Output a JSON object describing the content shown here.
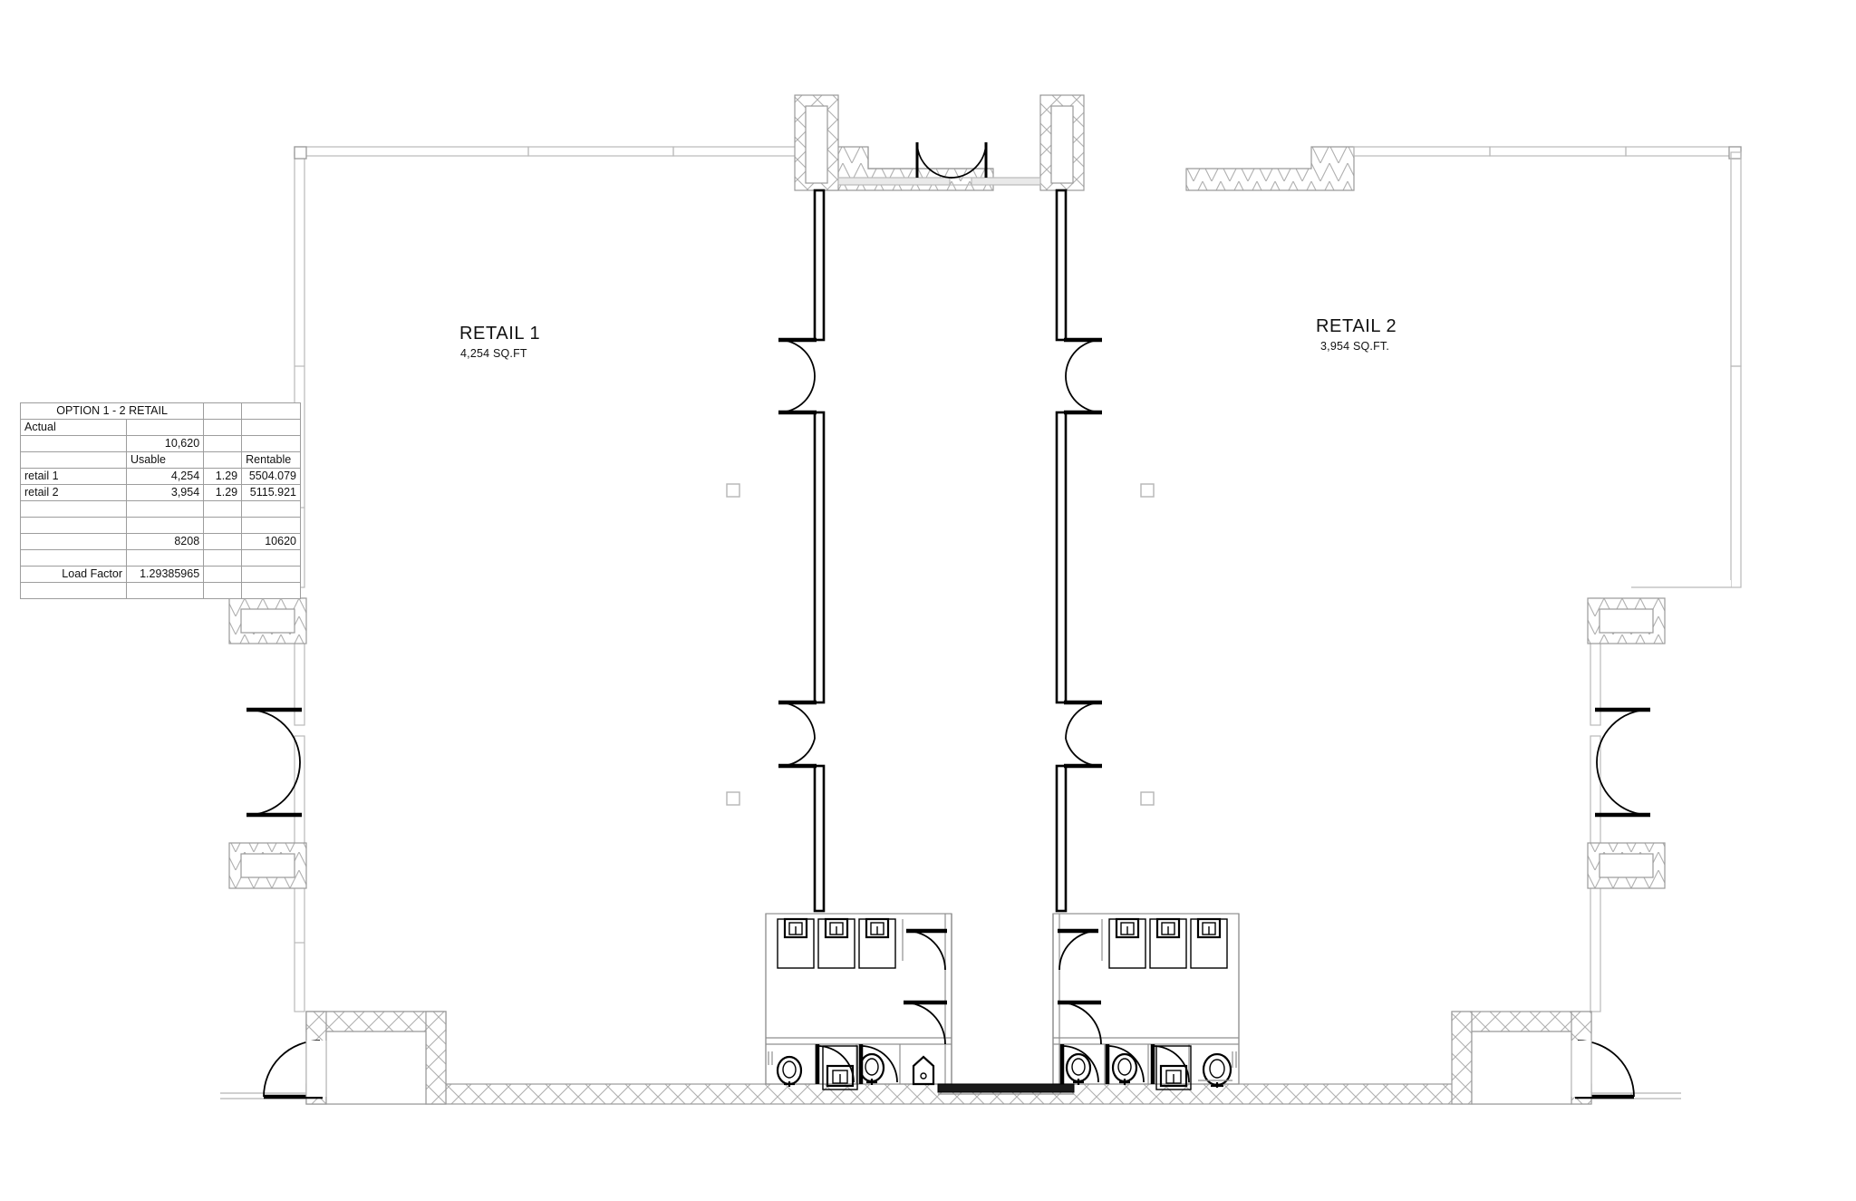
{
  "drawing": {
    "type": "architectural-floor-plan",
    "spaces": [
      {
        "id": "retail-1",
        "name": "RETAIL 1",
        "area": "4,254 SQ.FT"
      },
      {
        "id": "retail-2",
        "name": "RETAIL 2",
        "area": "3,954 SQ.FT."
      }
    ]
  },
  "area_table": {
    "title": "OPTION 1 - 2 RETAIL",
    "rows": [
      {
        "a": "Actual",
        "b": "",
        "c": "",
        "d": ""
      },
      {
        "a": "",
        "b": "10,620",
        "c": "",
        "d": ""
      },
      {
        "a": "",
        "b": "Usable",
        "c": "",
        "d": "Rentable",
        "b_align": "left",
        "d_align": "left"
      },
      {
        "a": "retail 1",
        "b": "4,254",
        "c": "1.29",
        "d": "5504.079"
      },
      {
        "a": "retail 2",
        "b": "3,954",
        "c": "1.29",
        "d": "5115.921"
      },
      {
        "a": "",
        "b": "",
        "c": "",
        "d": ""
      },
      {
        "a": "",
        "b": "",
        "c": "",
        "d": ""
      },
      {
        "a": "",
        "b": "8208",
        "c": "",
        "d": "10620"
      },
      {
        "a": "",
        "b": "",
        "c": "",
        "d": ""
      },
      {
        "a": "Load Factor",
        "b": "1.29385965",
        "c": "",
        "d": "",
        "a_align": "right"
      },
      {
        "a": "",
        "b": "",
        "c": "",
        "d": ""
      }
    ]
  },
  "colors": {
    "wall_line": "#9a9a9a",
    "heavy_line": "#000000",
    "glass": "#b9b9b9",
    "entry_band": "#1a1a1a",
    "paper": "#ffffff"
  }
}
